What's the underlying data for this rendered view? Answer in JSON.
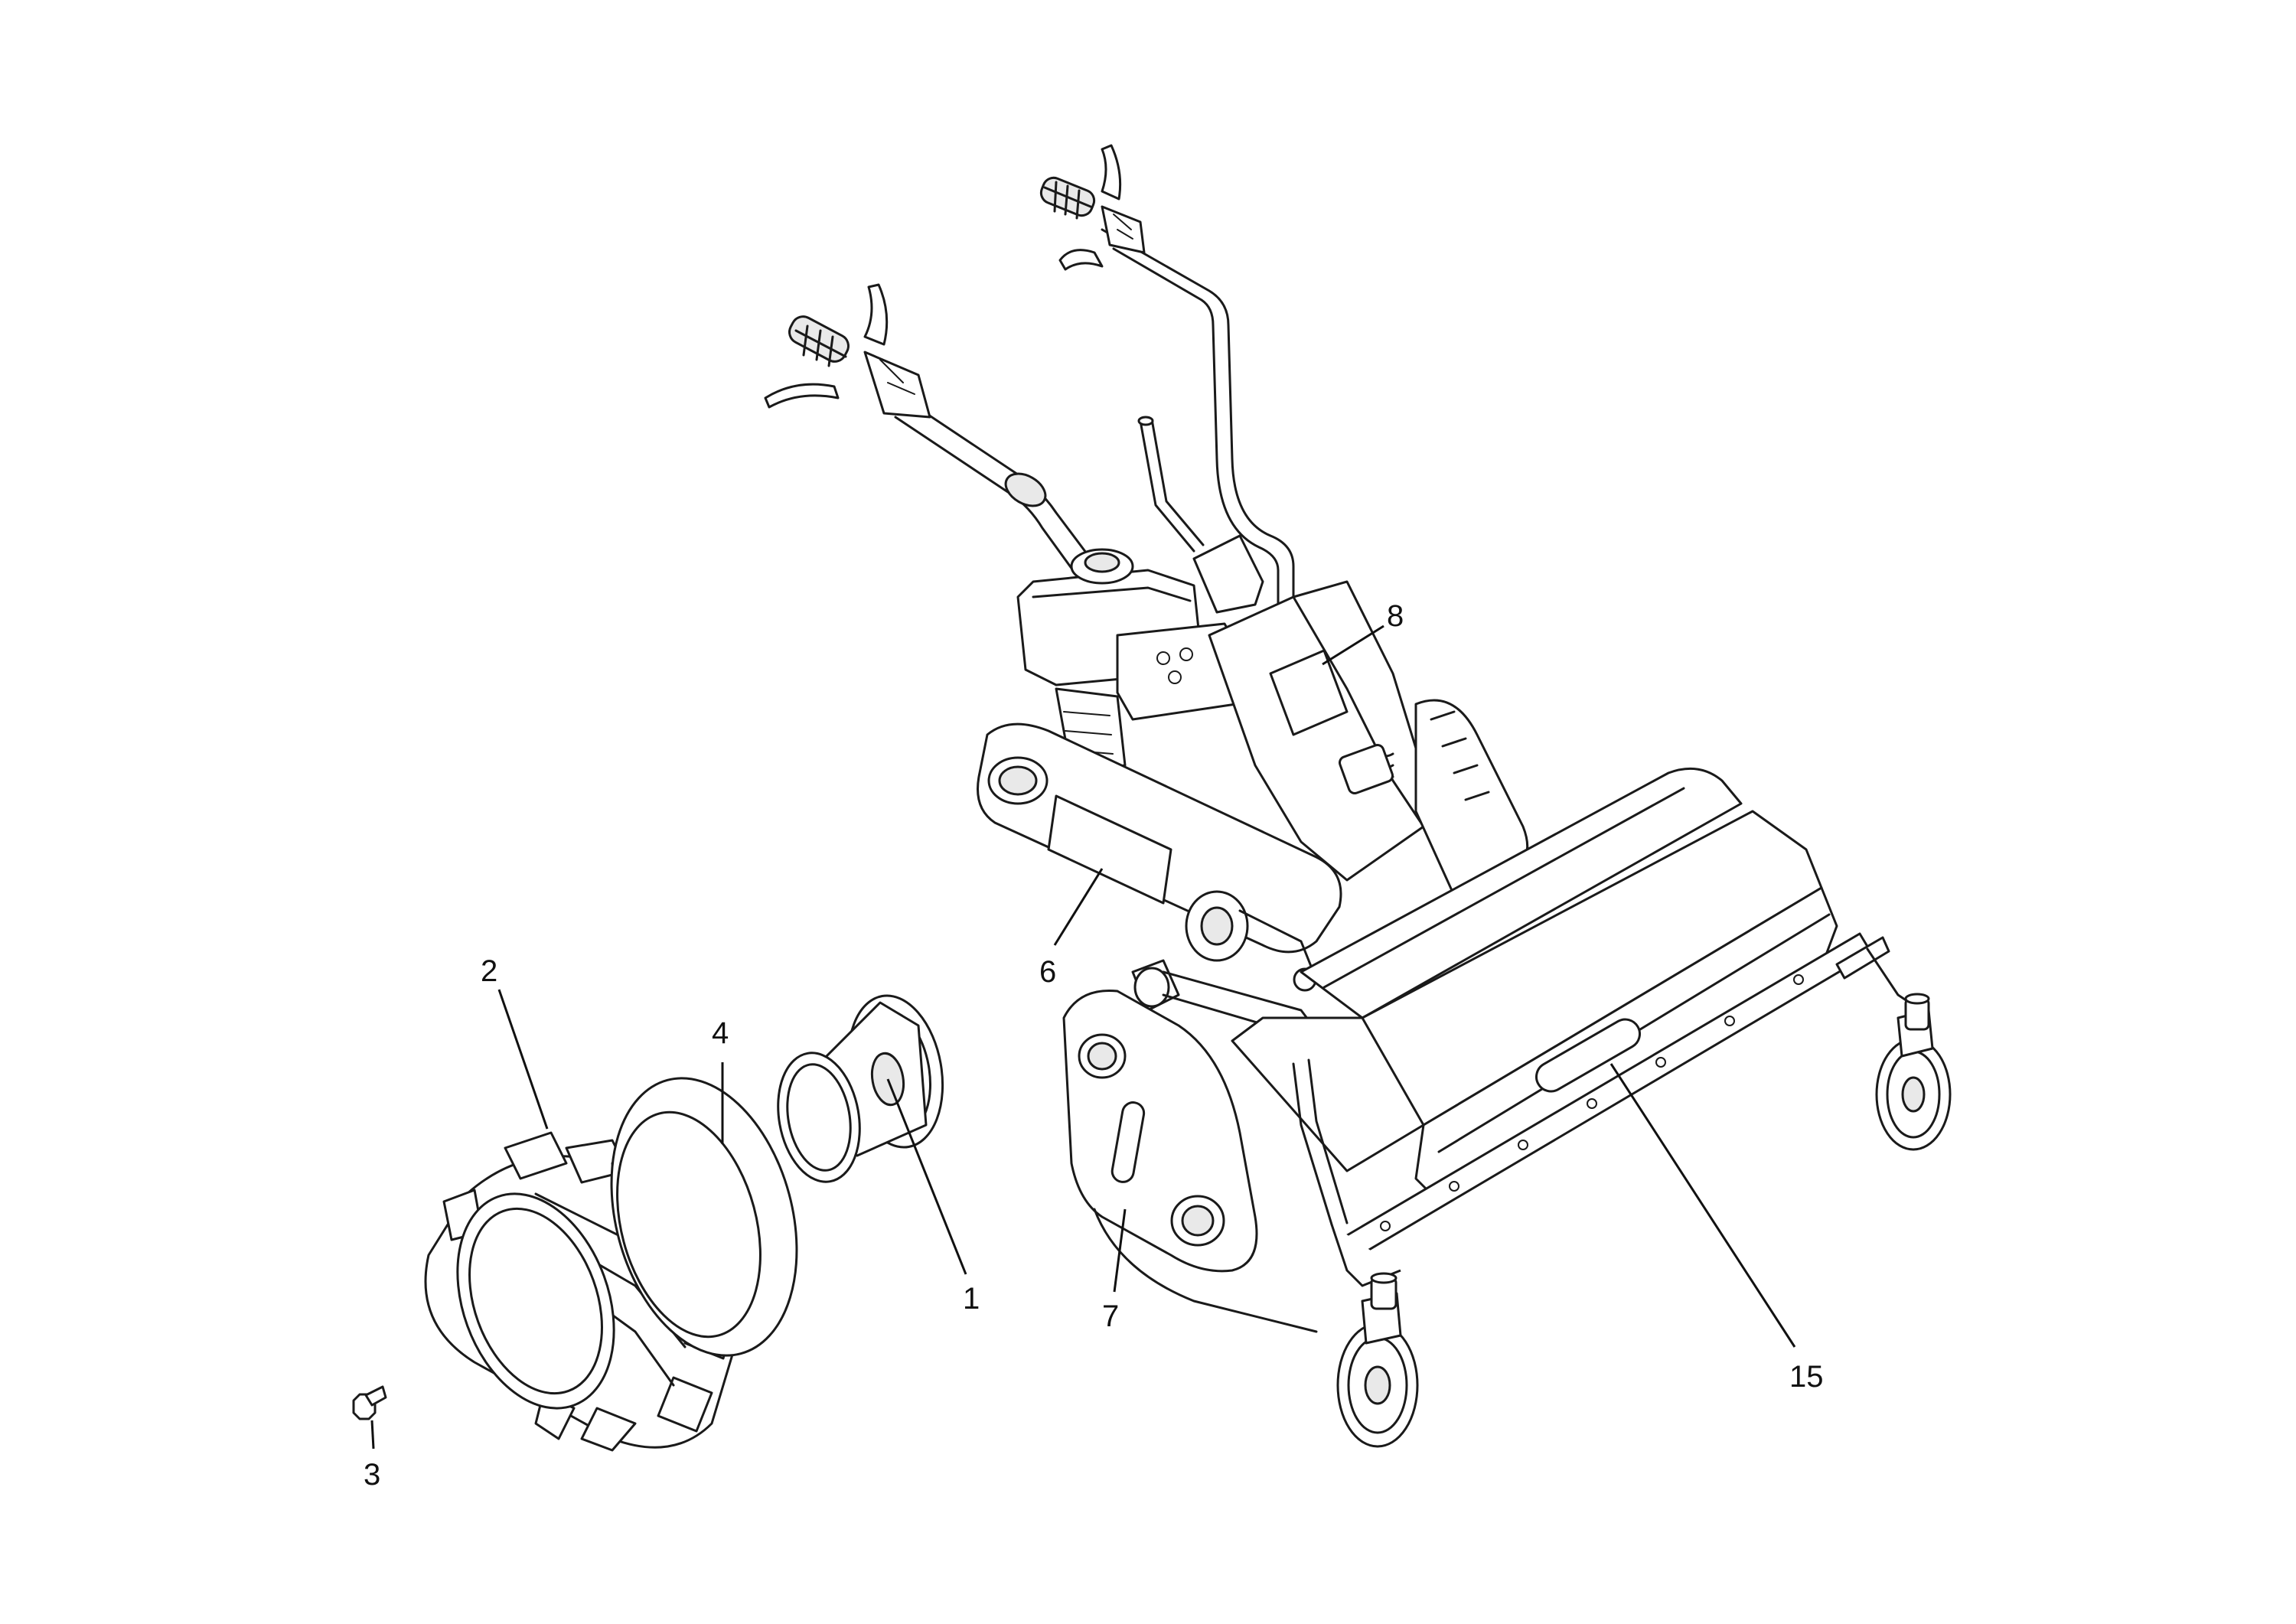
{
  "diagram": {
    "type": "exploded-parts-view",
    "callouts": [
      {
        "id": "c1",
        "label": "1"
      },
      {
        "id": "c2",
        "label": "2"
      },
      {
        "id": "c3",
        "label": "3"
      },
      {
        "id": "c4",
        "label": "4"
      },
      {
        "id": "c6",
        "label": "6"
      },
      {
        "id": "c7",
        "label": "7"
      },
      {
        "id": "c8",
        "label": "8"
      },
      {
        "id": "c15",
        "label": "15"
      }
    ]
  }
}
